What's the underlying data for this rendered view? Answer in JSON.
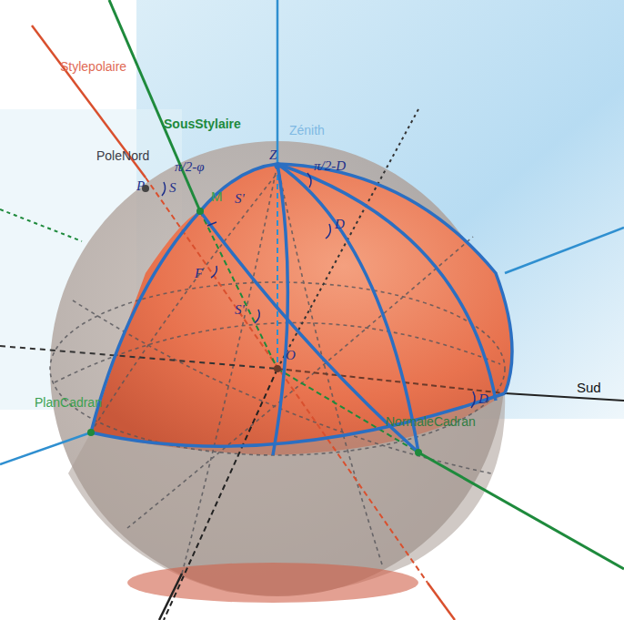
{
  "diagram": {
    "labels": [
      "Stylepolaire",
      "SousStylaire",
      "Zénith",
      "PoleNord",
      "M",
      "Sud",
      "PlanCadran",
      "NormaleCadran",
      "P",
      "S",
      "π/2-φ",
      "Z",
      "S'",
      "π/2-D",
      "D",
      "F",
      "S'",
      "O",
      "D"
    ]
  }
}
